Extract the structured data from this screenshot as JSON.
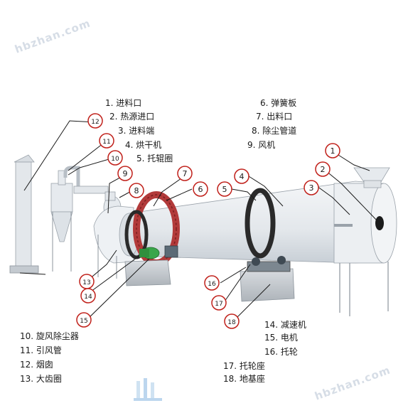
{
  "watermark_text": "hbzhan.com",
  "legend": [
    {
      "n": "1",
      "label": "进料口"
    },
    {
      "n": "2",
      "label": "热源进口"
    },
    {
      "n": "3",
      "label": "进料端"
    },
    {
      "n": "4",
      "label": "烘干机"
    },
    {
      "n": "5",
      "label": "托辊圈"
    },
    {
      "n": "6",
      "label": "弹簧板"
    },
    {
      "n": "7",
      "label": "出料口"
    },
    {
      "n": "8",
      "label": "除尘管道"
    },
    {
      "n": "9",
      "label": "风机"
    },
    {
      "n": "10",
      "label": "旋风除尘器"
    },
    {
      "n": "11",
      "label": "引风管"
    },
    {
      "n": "12",
      "label": "烟囱"
    },
    {
      "n": "13",
      "label": "大齿圈"
    },
    {
      "n": "14",
      "label": "减速机"
    },
    {
      "n": "15",
      "label": "电机"
    },
    {
      "n": "16",
      "label": "托轮"
    },
    {
      "n": "17",
      "label": "托轮座"
    },
    {
      "n": "18",
      "label": "地基座"
    }
  ],
  "callout_numbers": [
    "1",
    "2",
    "3",
    "4",
    "5",
    "6",
    "7",
    "8",
    "9",
    "10",
    "11",
    "12",
    "13",
    "14",
    "15",
    "16",
    "17",
    "18"
  ],
  "colors": {
    "drum": "#e9edf1",
    "drum_shade": "#c9d0d7",
    "callout": "#c0201a",
    "gear": "#b23a3a",
    "motor": "#3aa64a",
    "base": "#c9cdd2"
  }
}
